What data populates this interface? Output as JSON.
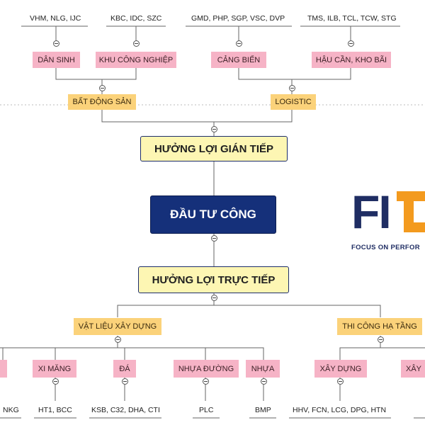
{
  "top_groups": {
    "dan_sinh": {
      "label": "DÂN SINH",
      "tickers": "VHM, NLG, IJC"
    },
    "khu_cong_nghiep": {
      "label": "KHU CÔNG NGHIỆP",
      "tickers": "KBC, IDC, SZC"
    },
    "cang_bien": {
      "label": "CẢNG BIỂN",
      "tickers": "GMD, PHP, SGP, VSC, DVP"
    },
    "hau_can": {
      "label": "HẬU CẦN, KHO BÃI",
      "tickers": "TMS, ILB, TCL, TCW, STG"
    }
  },
  "bat_dong_san": "BẤT ĐỘNG SẢN",
  "logistic": "LOGISTIC",
  "huong_loi_gian_tiep": "HƯỞNG LỢI GIÁN TIẾP",
  "center": "ĐẦU TƯ CÔNG",
  "huong_loi_truc_tiep": "HƯỞNG LỢI TRỰC TIẾP",
  "vat_lieu_xay_dung": "VẬT LIỆU XÂY DỰNG",
  "thi_cong_ha_tang": "THI CÔNG HẠ TẦNG",
  "bottom_groups": {
    "xi_mang": {
      "label": "XI MĂNG",
      "tickers": "HT1, BCC"
    },
    "da": {
      "label": "ĐÁ",
      "tickers": "KSB, C32, DHA, CTI"
    },
    "nhua_duong": {
      "label": "NHỰA ĐƯỜNG",
      "tickers": "PLC"
    },
    "nhua": {
      "label": "NHỰA",
      "tickers": "BMP"
    },
    "xay_dung": {
      "label": "XÂY DỰNG",
      "tickers": "HHV, FCN, LCG, DPG, HTN"
    }
  },
  "partial_left_tickers": "NKG",
  "partial_right_label": "XÂY",
  "logo": {
    "word": "FI",
    "tagline": "FOCUS ON PERFOR"
  }
}
